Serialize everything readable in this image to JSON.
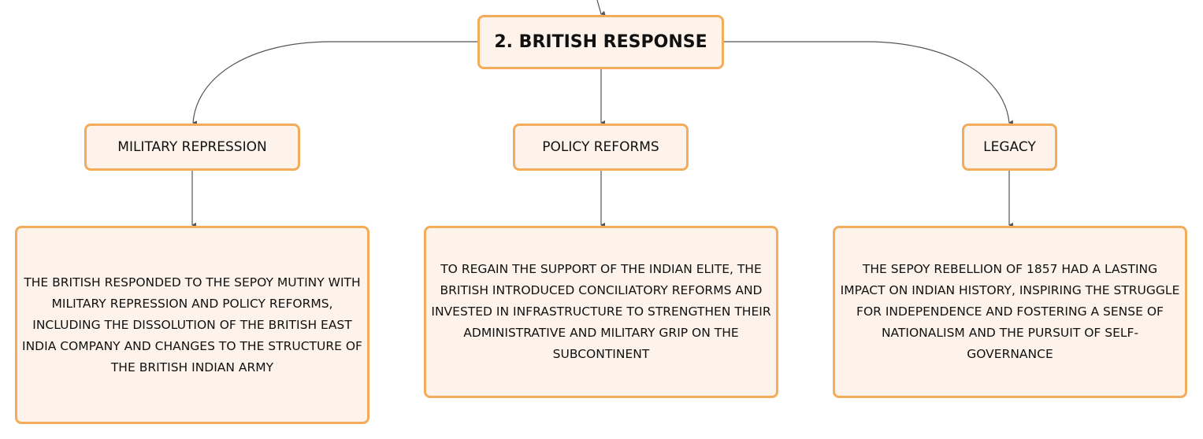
{
  "diagram": {
    "root": {
      "label": "2. BRITISH RESPONSE"
    },
    "branches": [
      {
        "label": "MILITARY REPRESSION",
        "detail": "THE BRITISH RESPONDED TO THE SEPOY MUTINY WITH MILITARY REPRESSION AND POLICY REFORMS, INCLUDING THE DISSOLUTION OF THE BRITISH EAST INDIA COMPANY AND CHANGES TO THE STRUCTURE OF THE BRITISH INDIAN ARMY"
      },
      {
        "label": "POLICY REFORMS",
        "detail": "TO REGAIN THE SUPPORT OF THE INDIAN ELITE, THE BRITISH INTRODUCED CONCILIATORY REFORMS AND INVESTED IN INFRASTRUCTURE TO STRENGTHEN THEIR ADMINISTRATIVE AND MILITARY GRIP ON THE SUBCONTINENT"
      },
      {
        "label": "LEGACY",
        "detail": "THE SEPOY REBELLION OF 1857 HAD A LASTING IMPACT ON INDIAN HISTORY, INSPIRING THE STRUGGLE FOR INDEPENDENCE AND FOSTERING A SENSE OF NATIONALISM AND THE PURSUIT OF SELF-GOVERNANCE"
      }
    ]
  },
  "colors": {
    "node_fill": "#fdf3ea",
    "node_border": "#f3ac5c",
    "connector": "#555555"
  }
}
